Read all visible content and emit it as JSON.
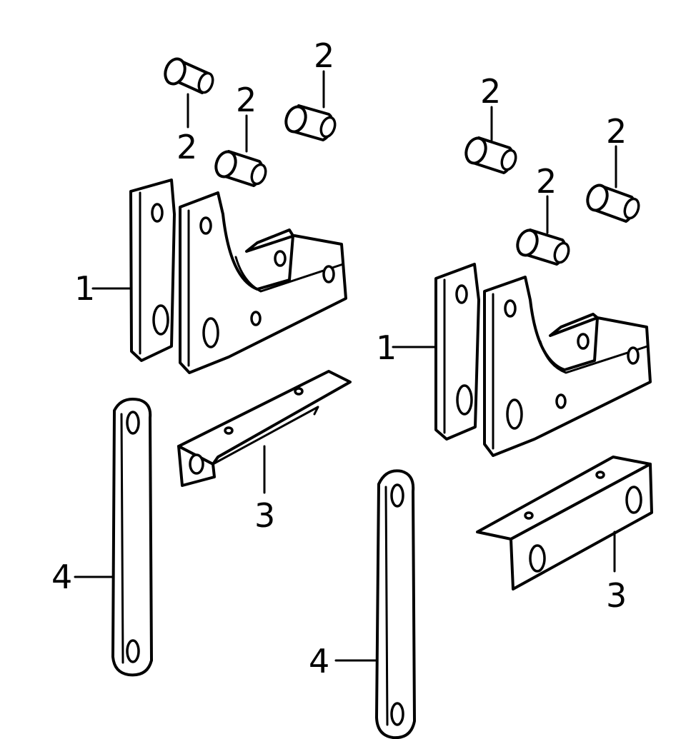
{
  "callouts": {
    "bracket": "1",
    "bushing": "2",
    "angle": "3",
    "link": "4"
  },
  "colors": {
    "ink": "#000000",
    "paper": "#ffffff"
  }
}
